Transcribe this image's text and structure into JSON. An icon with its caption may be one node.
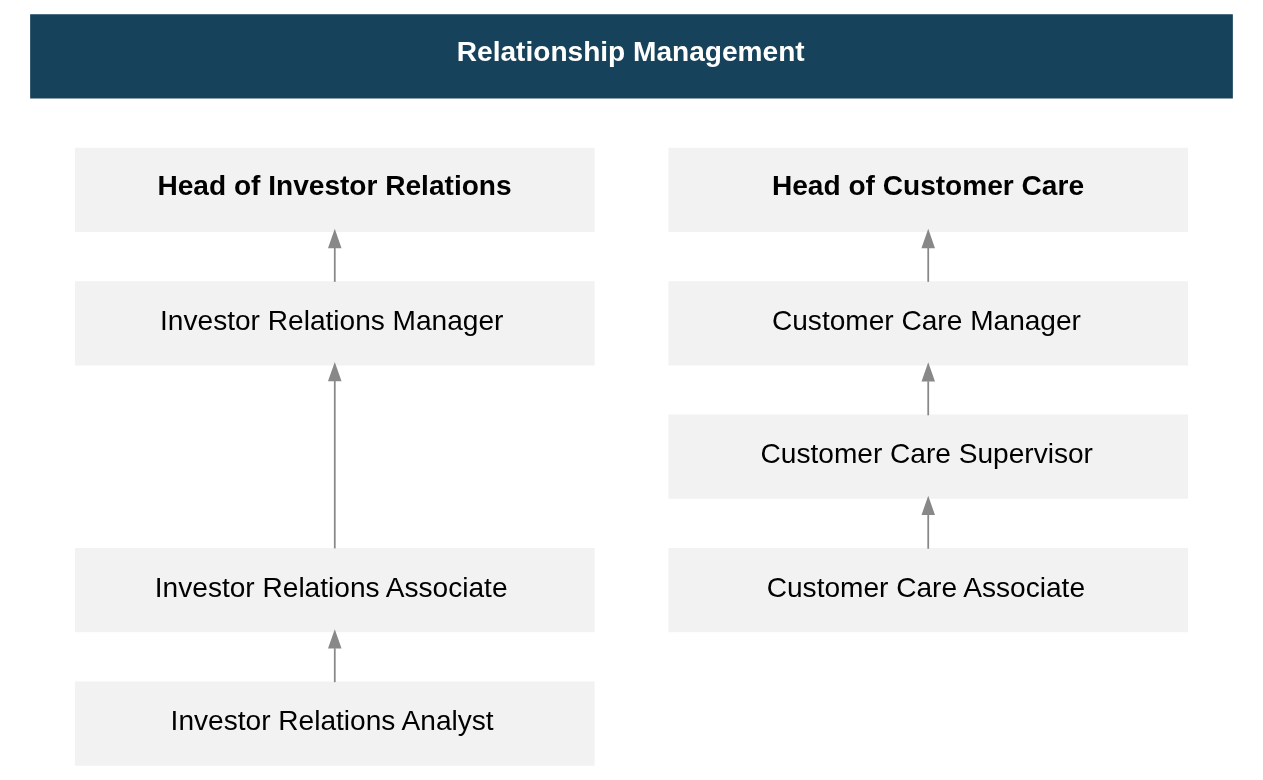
{
  "diagram": {
    "nodes": [
      {
        "text": [
          "Relationship Management"
        ]
      },
      {
        "text": [
          "Head of Investor Relations"
        ]
      },
      {
        "text": [
          "Head of Customer Care"
        ]
      },
      {
        "text": [
          "Investor Relations Manager"
        ]
      },
      {
        "text": [
          "Customer Care Manager"
        ]
      },
      {
        "text": [
          "Customer Care Supervisor"
        ]
      },
      {
        "text": [
          "Investor Relations Associate"
        ]
      },
      {
        "text": [
          "Customer Care Associate"
        ]
      },
      {
        "text": [
          "Investor Relations Analyst"
        ]
      }
    ],
    "edges": [
      {
        "from": 3,
        "to": 1,
        "arrow": "to"
      },
      {
        "from": 4,
        "to": 2,
        "arrow": "to"
      },
      {
        "from": 5,
        "to": 4,
        "arrow": "to"
      },
      {
        "from": 6,
        "to": 3,
        "arrow": "to"
      },
      {
        "from": 7,
        "to": 5,
        "arrow": "to"
      },
      {
        "from": 8,
        "to": 6,
        "arrow": "to"
      }
    ]
  }
}
